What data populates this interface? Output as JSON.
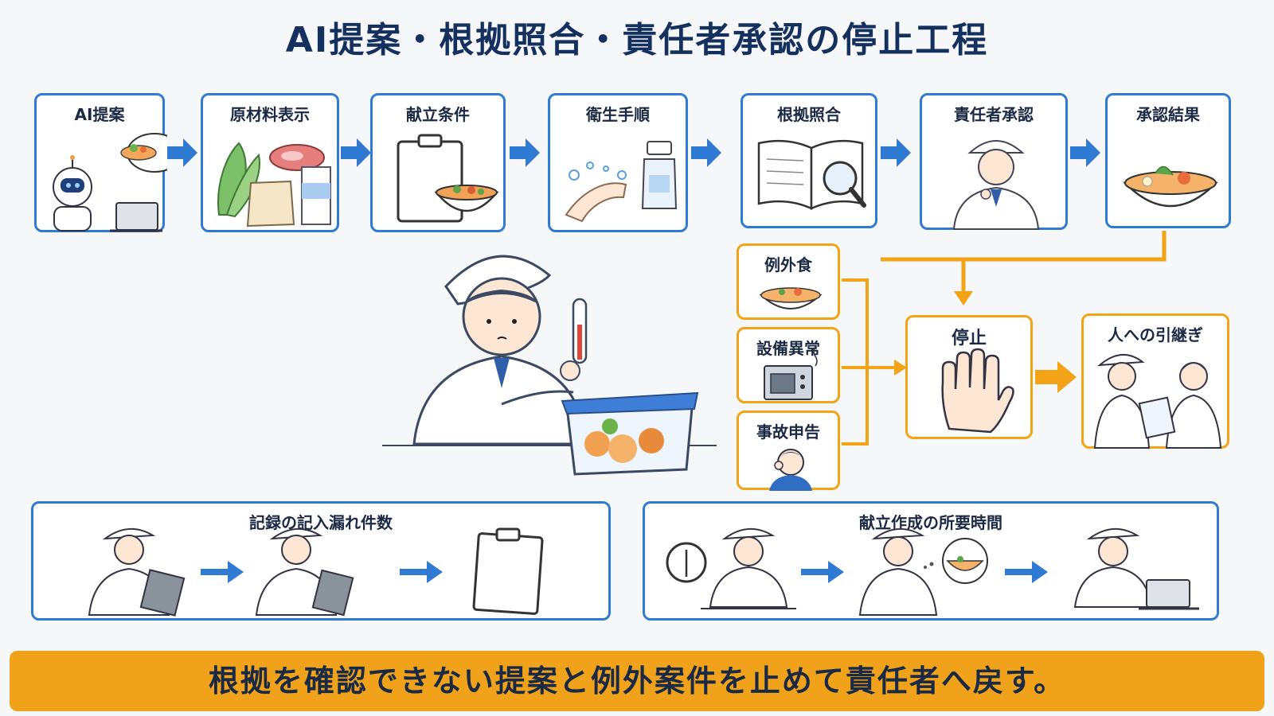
{
  "title": "AI提案・根拠照合・責任者承認の停止工程",
  "flow_steps": [
    {
      "label": "AI提案"
    },
    {
      "label": "原材料表示"
    },
    {
      "label": "献立条件"
    },
    {
      "label": "衛生手順"
    },
    {
      "label": "根拠照合"
    },
    {
      "label": "責任者承認"
    },
    {
      "label": "承認結果"
    }
  ],
  "exceptions": [
    {
      "label": "例外食"
    },
    {
      "label": "設備異常"
    },
    {
      "label": "事故申告"
    }
  ],
  "stop": {
    "label": "停止"
  },
  "handoff": {
    "label": "人への引継ぎ"
  },
  "metrics": [
    {
      "label": "記録の記入漏れ件数"
    },
    {
      "label": "献立作成の所要時間"
    }
  ],
  "banner": "根拠を確認できない提案と例外案件を止めて責任者へ戻す。",
  "colors": {
    "blue": "#2f7bd4",
    "orange": "#f2a316",
    "navy": "#13305e",
    "banner": "#f0a21b"
  }
}
